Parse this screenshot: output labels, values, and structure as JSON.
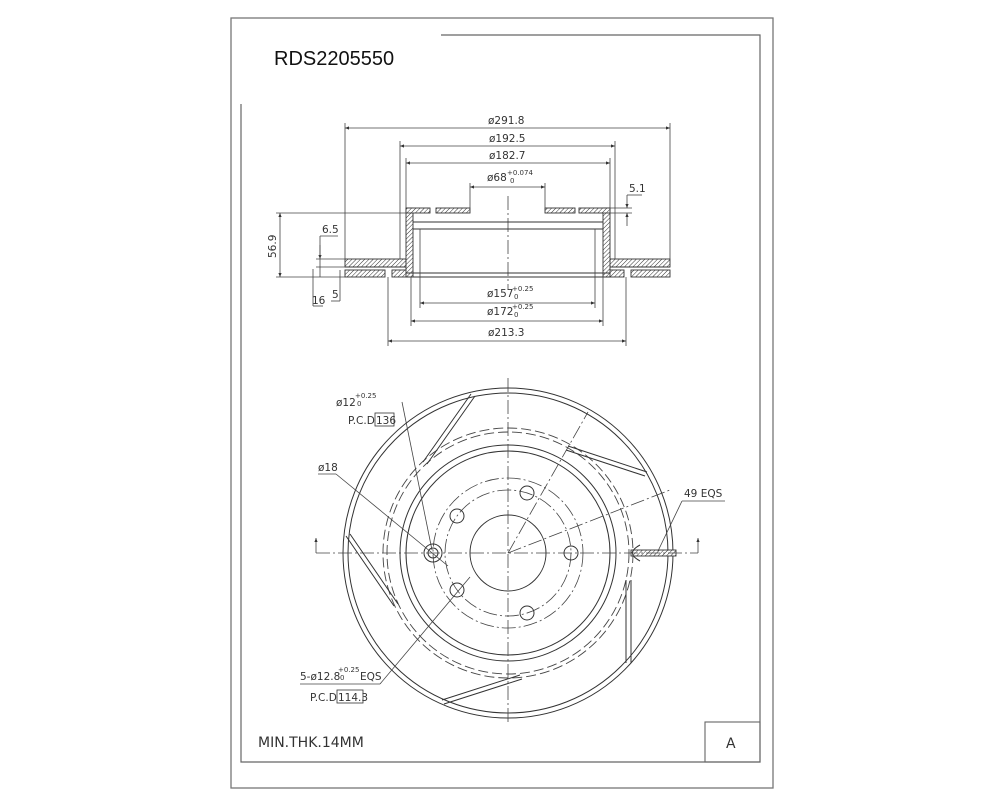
{
  "title": "RDS2205550",
  "section_view": {
    "dia_outer": "ø291.8",
    "dia_hat_outer": "ø192.5",
    "dia_hat_inner": "ø182.7",
    "dia_center": "ø68",
    "dia_center_tol_upper": "+0.074",
    "dia_center_tol_lower": "0",
    "hat_top_thickness": "5.1",
    "height": "56.9",
    "plate_thickness": "6.5",
    "total_thickness": "16",
    "vent_offset": "5",
    "dia_157": "ø157",
    "dia_157_tol_upper": "+0.25",
    "dia_157_tol_lower": "0",
    "dia_172": "ø172",
    "dia_172_tol_upper": "+0.25",
    "dia_172_tol_lower": "0",
    "dia_213": "ø213.3"
  },
  "front_view": {
    "hole_dia": "ø12",
    "hole_tol_upper": "+0.25",
    "hole_tol_lower": "0",
    "pcd_label": "P.C.D",
    "pcd_136": "136",
    "dia_18": "ø18",
    "slots": "49 EQS",
    "bolt_holes": "5-ø12.8",
    "bolt_tol_upper": "+0.25",
    "bolt_tol_lower": "0",
    "bolt_eqs": "EQS",
    "pcd_114": "114.3"
  },
  "footer": {
    "min_thickness": "MIN.THK.14MM",
    "revision": "A"
  }
}
